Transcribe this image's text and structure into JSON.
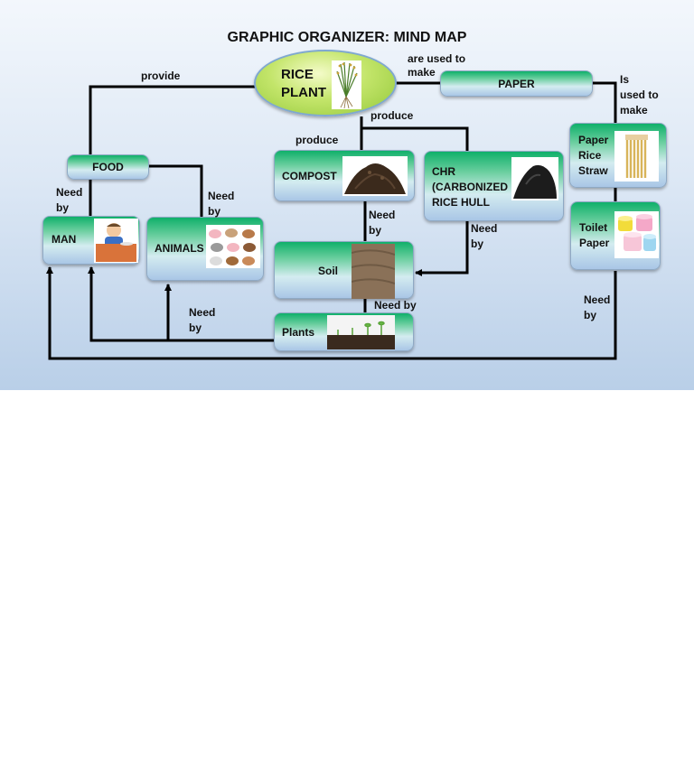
{
  "title": "GRAPHIC ORGANIZER: MIND MAP",
  "nodes": {
    "rice_plant": "RICE\nPLANT",
    "paper": "PAPER",
    "food": "FOOD",
    "compost": "COMPOST",
    "chr": "CHR\n(CARBONIZED\nRICE HULL",
    "paper_rice_straw": "Paper\nRice\nStraw",
    "toilet_paper": "Toilet\nPaper",
    "man": "MAN",
    "animals": "ANIMALS",
    "soil": "Soil",
    "plants": "Plants"
  },
  "edges": {
    "provide": "provide",
    "are_used_to_make": "are used to\nmake",
    "produce_top": "produce",
    "produce_compost": "produce",
    "is_used_to_make": "Is\nused to\nmake",
    "need_by_man": "Need\nby",
    "need_by_animals": "Need\nby",
    "need_by_compost": "Need\nby",
    "need_by_chr": "Need\nby",
    "need_by_soil": "Need by",
    "need_by_plants": "Need\nby",
    "need_by_toilet": "Need\nby"
  },
  "colors": {
    "box_top": "#0fb06a",
    "box_bottom": "#a9c6e6",
    "ellipse": "#c3e56a",
    "line": "#000000"
  },
  "images": {
    "rice_plant": "rice-plant-illustration",
    "compost": "compost-pile-photo",
    "chr": "carbonized-rice-hull-pile-photo",
    "paper_rice_straw": "rice-straw-bundle-photo",
    "toilet_paper": "toilet-paper-rolls-photo",
    "man": "man-eating-cartoon",
    "animals": "farm-animals-collage",
    "soil": "soil-field-photo",
    "plants": "seedlings-in-soil-photo"
  }
}
